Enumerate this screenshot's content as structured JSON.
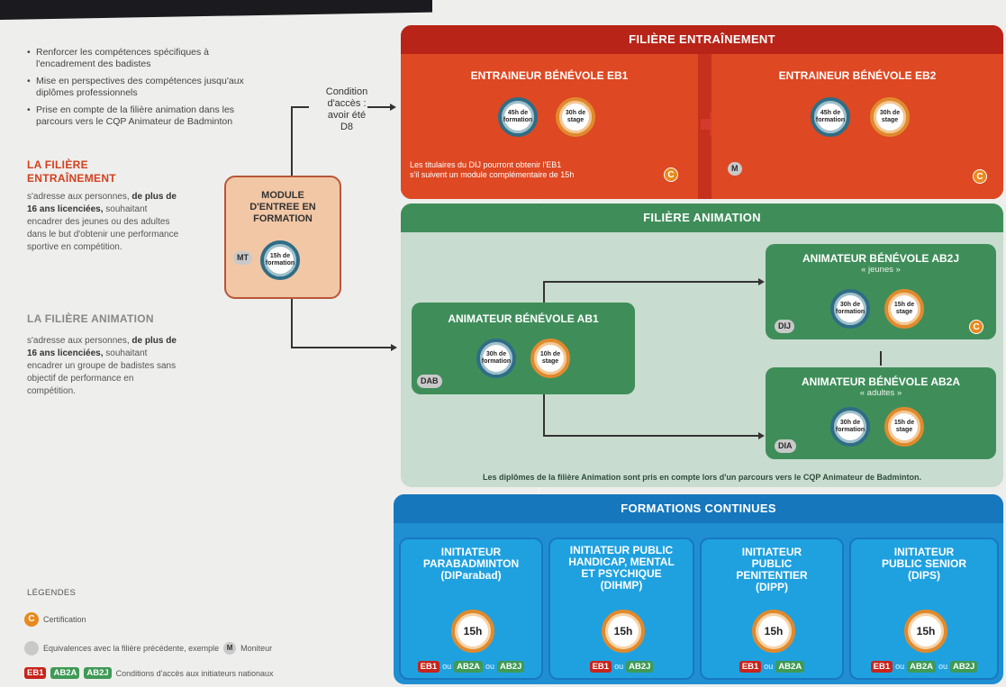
{
  "bullets": [
    "Renforcer les compétences spécifiques à l'encadrement des badistes",
    "Mise en perspectives des compétences jusqu'aux diplômes professionnels",
    "Prise en compte de la filière animation dans les parcours vers le CQP Animateur de Badminton"
  ],
  "entrainement": {
    "title_line1": "LA FILIÈRE",
    "title_line2": "ENTRAÎNEMENT",
    "text_a": "s'adresse aux personnes, ",
    "text_bold": "de plus de 16 ans licenciées,",
    "text_b": " souhaitant encadrer des jeunes ou des adultes dans le but d'obtenir une performance sportive en compétition."
  },
  "animation": {
    "title": "LA FILIÈRE ANIMATION",
    "text_a": "s'adresse aux personnes, ",
    "text_bold": "de plus de 16 ans licenciées,",
    "text_b": " souhaitant encadrer un groupe de badistes sans objectif de performance en compétition."
  },
  "condition": {
    "l1": "Condition",
    "l2": "d'accès :",
    "l3": "avoir été",
    "l4": "D8"
  },
  "module": {
    "l1": "MODULE",
    "l2": "D'ENTREE EN",
    "l3": "FORMATION",
    "tag": "MT",
    "c1": "15h de",
    "c2": "formation"
  },
  "filiere_entrainement": {
    "band": "FILIÈRE ENTRAÎNEMENT",
    "eb1": {
      "title": "ENTRAINEUR BÉNÉVOLE EB1",
      "f1": "45h de",
      "f2": "formation",
      "s1": "30h de",
      "s2": "stage",
      "note1": "Les titulaires du DIJ pourront obtenir l'EB1",
      "note2": "s'il suivent un module complémentaire de 15h",
      "cert": "C"
    },
    "eb2": {
      "title": "ENTRAINEUR BÉNÉVOLE EB2",
      "f1": "45h de",
      "f2": "formation",
      "s1": "30h de",
      "s2": "stage",
      "tag": "M",
      "cert": "C"
    }
  },
  "filiere_animation": {
    "band": "FILIÈRE ANIMATION",
    "ab1": {
      "title": "ANIMATEUR BÉNÉVOLE AB1",
      "f1": "30h de",
      "f2": "formation",
      "s1": "10h de",
      "s2": "stage",
      "tag": "DAB"
    },
    "ab2j": {
      "title": "ANIMATEUR BÉNÉVOLE AB2J",
      "sub": "« jeunes »",
      "f1": "30h de",
      "f2": "formation",
      "s1": "15h de",
      "s2": "stage",
      "tag": "DIJ",
      "cert": "C"
    },
    "ab2a": {
      "title": "ANIMATEUR BÉNÉVOLE AB2A",
      "sub": "« adultes »",
      "f1": "30h de",
      "f2": "formation",
      "s1": "15h de",
      "s2": "stage",
      "tag": "DIA"
    },
    "note": "Les diplômes de la filière Animation sont pris en compte lors d'un parcours vers le CQP Animateur de Badminton."
  },
  "formations_continues": {
    "band": "FORMATIONS CONTINUES",
    "cards": [
      {
        "l1": "INITIATEUR",
        "l2": "PARABADMINTON",
        "l3": "(DIParabad)",
        "l4": "",
        "hours": "15h",
        "b1": "EB1",
        "ou1": "ou",
        "b2": "AB2A",
        "ou2": "ou",
        "b3": "AB2J"
      },
      {
        "l1": "INITIATEUR PUBLIC",
        "l2": "HANDICAP, MENTAL",
        "l3": "ET PSYCHIQUE",
        "l4": "(DIHMP)",
        "hours": "15h",
        "b1": "EB1",
        "ou1": "ou",
        "b2": "AB2J"
      },
      {
        "l1": "INITIATEUR",
        "l2": "PUBLIC",
        "l3": "PENITENTIER",
        "l4": "(DIPP)",
        "hours": "15h",
        "b1": "EB1",
        "ou1": "ou",
        "b2": "AB2A"
      },
      {
        "l1": "INITIATEUR",
        "l2": "PUBLIC SENIOR",
        "l3": "(DIPS)",
        "l4": "",
        "hours": "15h",
        "b1": "EB1",
        "ou1": "ou",
        "b2": "AB2A",
        "ou2": "ou",
        "b3": "AB2J"
      }
    ]
  },
  "legend": {
    "title": "LÉGENDES",
    "cert_letter": "C",
    "cert_label": "Certification",
    "equiv_label": "Equivalences avec la filière précédente, exemple",
    "m_letter": "M",
    "m_label": "Moniteur",
    "b1": "EB1",
    "b2": "AB2A",
    "b3": "AB2J",
    "access_label": "Conditions d'accès aux initiateurs nationaux"
  },
  "colors": {
    "red": "#c5311d",
    "green": "#3f8e5a",
    "blue": "#1f8fd2",
    "orange": "#e08a2d"
  }
}
